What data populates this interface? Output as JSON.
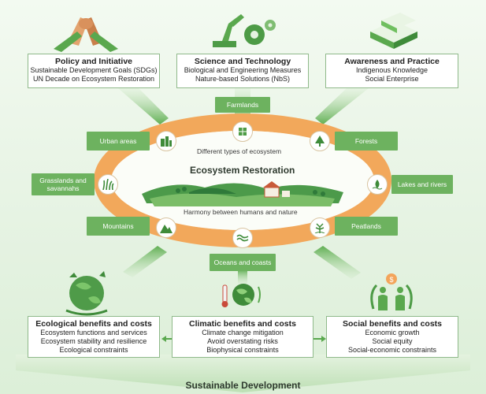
{
  "top_boxes": [
    {
      "title": "Policy and Initiative",
      "lines": [
        "Sustainable Development Goals (SDGs)",
        "UN Decade on Ecosystem Restoration"
      ]
    },
    {
      "title": "Science and Technology",
      "lines": [
        "Biological and Engineering Measures",
        "Nature-based  Solutions  (NbS)"
      ]
    },
    {
      "title": "Awareness and Practice",
      "lines": [
        "Indigenous Knowledge",
        "Social Enterprise"
      ]
    }
  ],
  "ecosystems": {
    "farmlands": "Farmlands",
    "urban": "Urban areas",
    "forests": "Forests",
    "grasslands": "Grasslands and savannahs",
    "lakes": "Lakes and rivers",
    "mountains": "Mountains",
    "peatlands": "Peatlands",
    "oceans": "Oceans and coasts"
  },
  "ring": {
    "top_label": "Different types of ecosystem",
    "center_title": "Ecosystem Restoration",
    "bottom_label": "Harmony between humans and nature"
  },
  "bottom_boxes": [
    {
      "title": "Ecological benefits and costs",
      "lines": [
        "Ecosystem functions and services",
        "Ecosystem stability and resilience",
        "Ecological constraints"
      ]
    },
    {
      "title": "Climatic benefits and costs",
      "lines": [
        "Climate change mitigation",
        "Avoid overstating risks",
        "Biophysical constraints"
      ]
    },
    {
      "title": "Social benefits and costs",
      "lines": [
        "Economic growth",
        "Social equity",
        "Social-economic constraints"
      ]
    }
  ],
  "footer_title": "Sustainable Development",
  "colors": {
    "ring": "#f2a85b",
    "tag": "#6db25f",
    "accent": "#3d8f3d",
    "box_border": "#8fb98a"
  }
}
